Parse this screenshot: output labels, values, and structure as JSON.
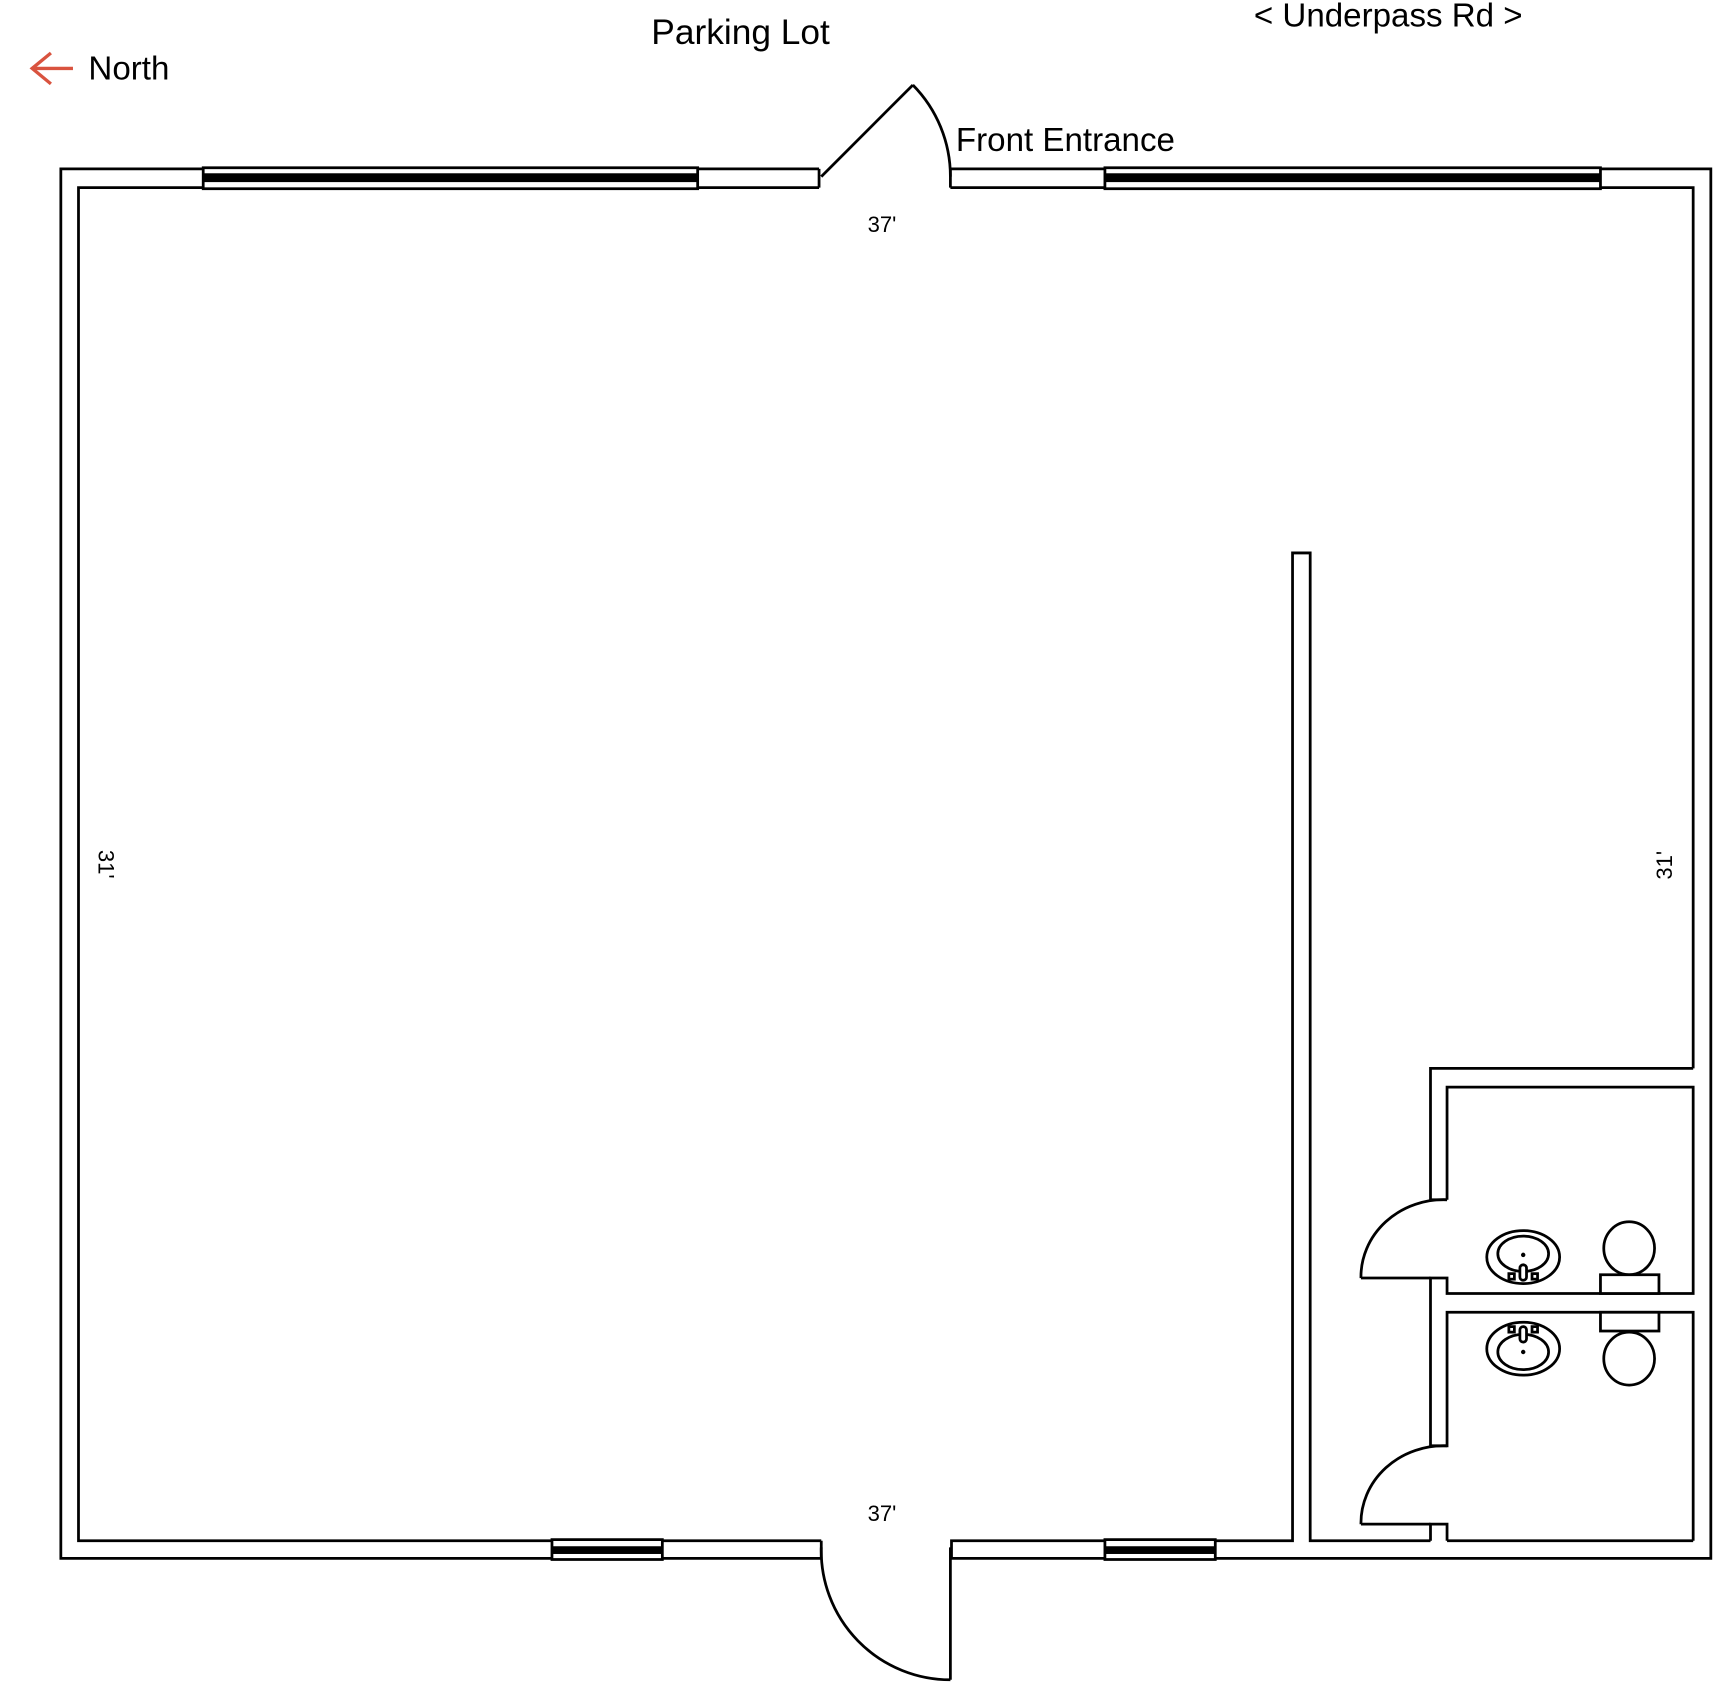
{
  "labels": {
    "parking_lot": "Parking Lot",
    "underpass": "< Underpass Rd >",
    "north": "North",
    "front_entrance": "Front Entrance",
    "dim_top": "37'",
    "dim_bottom": "37'",
    "dim_left": "31'",
    "dim_right": "31'"
  },
  "colors": {
    "north_arrow": "#d9533f",
    "walls": "#000000"
  }
}
